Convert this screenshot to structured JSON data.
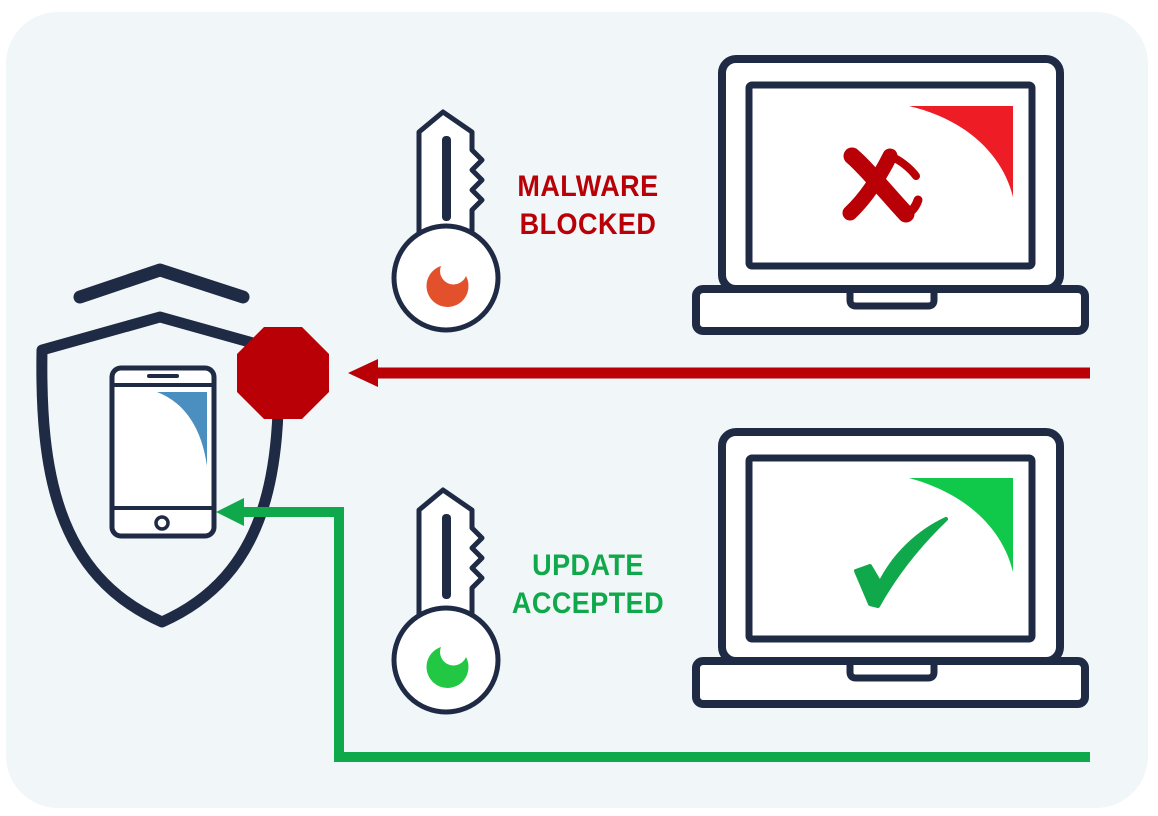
{
  "colors": {
    "background": "#f1f6f9",
    "navy": "#1f2b45",
    "blocked_red": "#b80006",
    "accepted_green": "#0fa84a",
    "key_orange": "#e2512b",
    "key_green": "#22c844",
    "screen_red": "#ee1c25",
    "screen_green": "#10c84a",
    "phone_accent": "#4a8fc0"
  },
  "labels": {
    "blocked": {
      "line1": "MALWARE",
      "line2": "BLOCKED"
    },
    "accepted": {
      "line1": "UPDATE",
      "line2": "ACCEPTED"
    }
  },
  "icons": {
    "shield": "shield-icon",
    "phone": "smartphone-icon",
    "stop": "stop-sign-icon",
    "key": "key-icon",
    "laptop": "laptop-icon",
    "cross": "cross-mark-icon",
    "check": "check-mark-icon"
  }
}
